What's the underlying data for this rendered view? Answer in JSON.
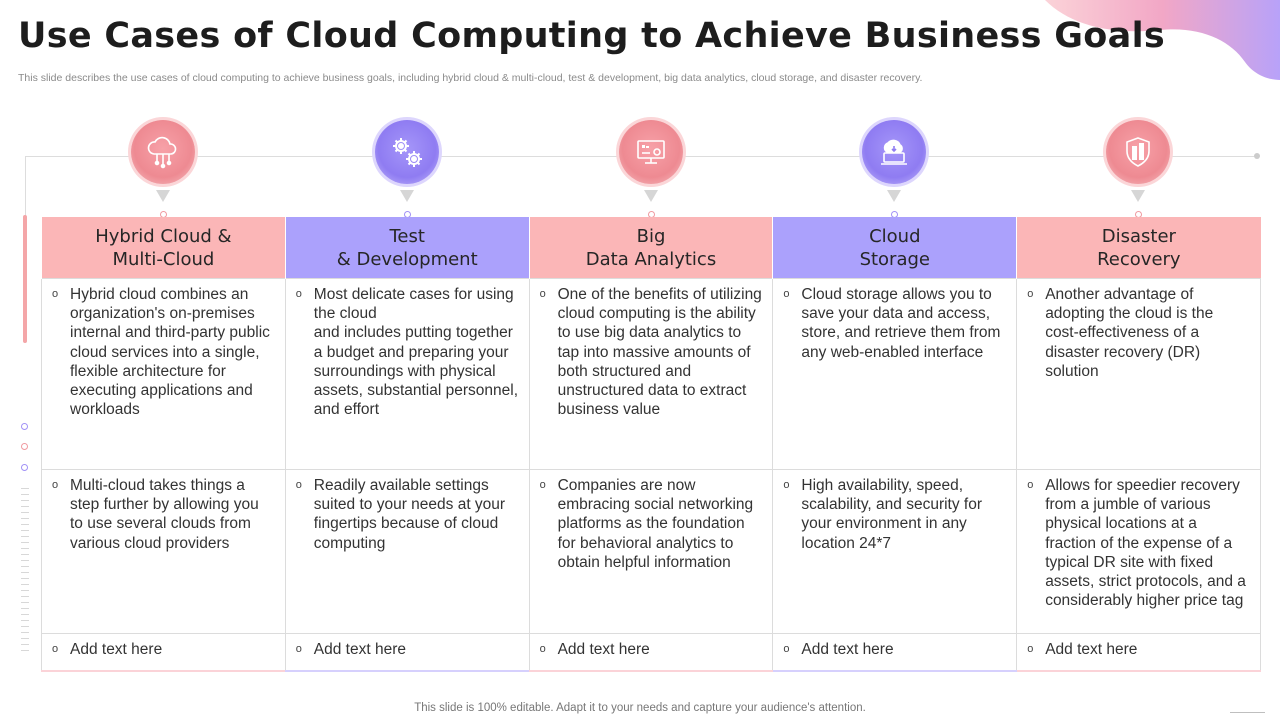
{
  "title": "Use Cases of Cloud Computing to Achieve Business Goals",
  "subtitle": "This slide describes the use cases of cloud computing to achieve business goals, including hybrid cloud & multi-cloud, test & development, big data analytics, cloud storage, and disaster recovery.",
  "footer": "This slide is 100% editable. Adapt it to your needs and capture your audience's attention.",
  "colors": {
    "pink": "#fbb6b7",
    "purple": "#aba1fc",
    "title": "#1d1d1d"
  },
  "bullet_glyph": "o",
  "columns": [
    {
      "heading": "Hybrid Cloud &\nMulti-Cloud",
      "color": "pink",
      "icon": "cloud-network-icon",
      "items": [
        "Hybrid cloud combines an organization's on-premises internal and third-party public cloud services into a single, flexible architecture for executing applications and workloads",
        "Multi-cloud takes things a step further by allowing you to use several clouds from various cloud providers",
        "Add text here"
      ]
    },
    {
      "heading": "Test\n& Development",
      "color": "purple",
      "icon": "gears-icon",
      "items": [
        "Most delicate cases for using the cloud\nand  includes putting together a budget and preparing your surroundings with physical assets, substantial personnel, and effort",
        "Readily available settings suited to your needs at your fingertips because of cloud computing",
        "Add text here"
      ]
    },
    {
      "heading": "Big\nData Analytics",
      "color": "pink",
      "icon": "analytics-monitor-icon",
      "items": [
        "One of the benefits of utilizing cloud computing is the ability to use big data analytics to tap into massive amounts of both structured and unstructured  data to extract business value",
        "Companies are now embracing social networking platforms as the foundation for behavioral analytics to obtain helpful information",
        "Add text here"
      ]
    },
    {
      "heading": "Cloud\nStorage",
      "color": "purple",
      "icon": "cloud-storage-laptop-icon",
      "items": [
        "Cloud storage allows you to save your data and access, store, and retrieve them from any web-enabled interface",
        "High availability, speed, scalability, and security for your environment  in any location 24*7",
        "Add text here"
      ]
    },
    {
      "heading": "Disaster\nRecovery",
      "color": "pink",
      "icon": "building-shield-icon",
      "items": [
        "Another advantage of adopting the cloud is the cost-effectiveness  of a disaster recovery (DR) solution",
        "Allows for speedier recovery from a jumble of various physical locations at a fraction of the expense of a typical DR site with fixed assets, strict protocols, and a considerably higher price tag",
        "Add text here"
      ]
    }
  ]
}
